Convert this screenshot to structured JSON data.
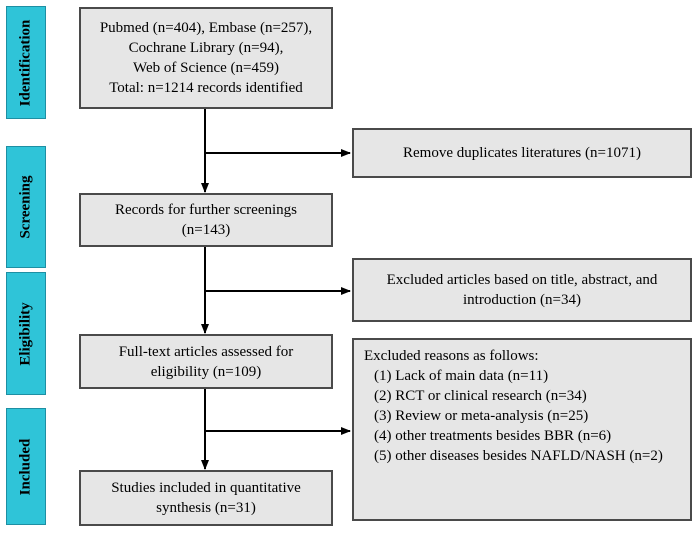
{
  "phases": {
    "identification": "Identification",
    "screening": "Screening",
    "eligibility": "Eligibility",
    "included": "Included"
  },
  "boxes": {
    "identified": {
      "lines": [
        "Pubmed (n=404), Embase (n=257),",
        "Cochrane Library (n=94),",
        "Web of Science (n=459)",
        "Total: n=1214 records identified"
      ]
    },
    "duplicates": {
      "lines": [
        "Remove duplicates literatures (n=1071)"
      ]
    },
    "screening": {
      "lines": [
        "Records for further screenings",
        "(n=143)"
      ]
    },
    "excluded_title": {
      "lines": [
        "Excluded articles based on title, abstract, and",
        "introduction (n=34)"
      ]
    },
    "fulltext": {
      "lines": [
        "Full-text articles assessed for",
        "eligibility (n=109)"
      ]
    },
    "excluded_reasons": {
      "heading": "Excluded reasons as follows:",
      "items": [
        "(1) Lack of main data (n=11)",
        "(2) RCT or clinical research (n=34)",
        "(3) Review or meta-analysis (n=25)",
        "(4) other treatments besides BBR (n=6)",
        "(5) other diseases besides NAFLD/NASH (n=2)"
      ]
    },
    "included": {
      "lines": [
        "Studies included in quantitative",
        "synthesis (n=31)"
      ]
    }
  }
}
